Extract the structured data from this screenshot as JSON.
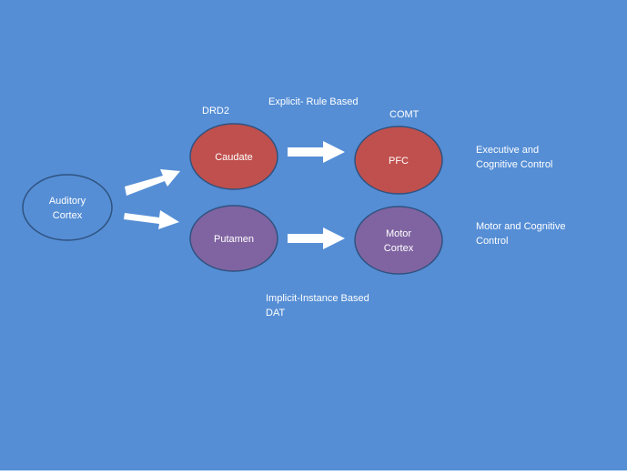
{
  "colors": {
    "background": "#558ed5",
    "striatum_red": "#c0504d",
    "striatum_purple": "#8064a2",
    "outline": "#2f5280",
    "arrow": "#ffffff",
    "neutral_node": "#558ed5"
  },
  "nodes": {
    "auditory": {
      "line1": "Auditory",
      "line2": "Cortex"
    },
    "caudate": {
      "label": "Caudate"
    },
    "putamen": {
      "label": "Putamen"
    },
    "pfc": {
      "label": "PFC"
    },
    "motor": {
      "line1": "Motor",
      "line2": "Cortex"
    }
  },
  "labels": {
    "drd2": "DRD2",
    "comt": "COMT",
    "explicit": "Explicit- Rule Based",
    "implicit_line1": "Implicit-Instance Based",
    "implicit_line2": "DAT",
    "executive_line1": "Executive and",
    "executive_line2": "Cognitive Control",
    "motor_control_line1": "Motor and Cognitive",
    "motor_control_line2": "Control"
  }
}
